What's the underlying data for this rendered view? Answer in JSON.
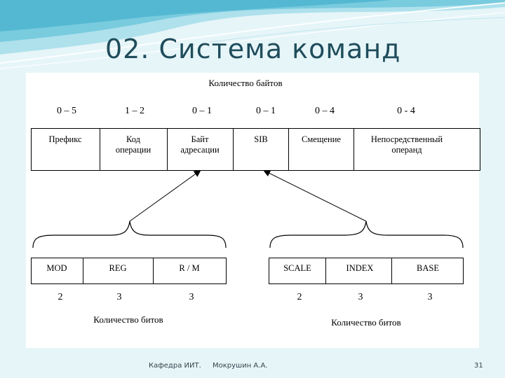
{
  "slide": {
    "title": "02. Система команд",
    "footer": {
      "department": "Кафедра ИИТ.",
      "author": "Мокрушин А.А.",
      "page_number": "31"
    }
  },
  "instruction_format": {
    "bytes_caption": "Количество байтов",
    "fields": [
      {
        "name_lines": [
          "Префикс"
        ],
        "bytes": "0 – 5"
      },
      {
        "name_lines": [
          "Код",
          "операции"
        ],
        "bytes": "1 – 2"
      },
      {
        "name_lines": [
          "Байт",
          "адресации"
        ],
        "bytes": "0 – 1"
      },
      {
        "name_lines": [
          "SIB"
        ],
        "bytes": "0 – 1"
      },
      {
        "name_lines": [
          "Смещение"
        ],
        "bytes": "0 – 4"
      },
      {
        "name_lines": [
          "Непосредственный",
          "операнд"
        ],
        "bytes": "0 - 4"
      }
    ]
  },
  "modrm": {
    "bits_caption": "Количество битов",
    "fields": [
      {
        "name": "MOD",
        "bits": "2"
      },
      {
        "name": "REG",
        "bits": "3"
      },
      {
        "name": "R / M",
        "bits": "3"
      }
    ]
  },
  "sib": {
    "bits_caption": "Количество битов",
    "fields": [
      {
        "name": "SCALE",
        "bits": "2"
      },
      {
        "name": "INDEX",
        "bits": "3"
      },
      {
        "name": "BASE",
        "bits": "3"
      }
    ]
  }
}
